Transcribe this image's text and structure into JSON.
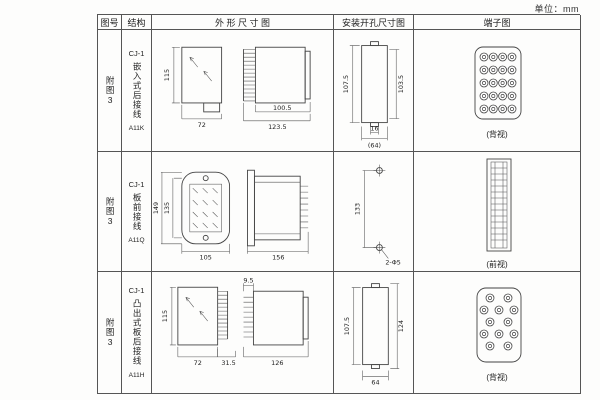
{
  "page": {
    "unit_label": "单位：mm"
  },
  "headers": {
    "fig_no": "图号",
    "structure": "结构",
    "outline": "外 形 尺 寸 图",
    "mounting": "安装开孔尺寸图",
    "terminal": "端子图"
  },
  "rows": [
    {
      "fig_no": "附图3",
      "model": "CJ-1",
      "mount_type": "嵌入式后接线",
      "code": "A11K",
      "outline": {
        "height": "115",
        "width": "72",
        "body": "100.5",
        "total": "123.5"
      },
      "mounting": {
        "left": "107.5",
        "right": "103.5",
        "small": "16",
        "wide": "(64)"
      },
      "terminal_label": "(背视)"
    },
    {
      "fig_no": "附图3",
      "model": "CJ-1",
      "mount_type": "板前接线",
      "code": "A11Q",
      "outline": {
        "outer": "149",
        "inner": "135",
        "width": "105",
        "side": "156"
      },
      "mounting": {
        "span": "133",
        "hole": "2-Φ5"
      },
      "terminal_label": "(前视)"
    },
    {
      "fig_no": "附图3",
      "model": "CJ-1",
      "mount_type": "凸出式板后接线",
      "code": "A11H",
      "outline": {
        "height": "115",
        "width": "72",
        "fin": "31.5",
        "stud": "9.5",
        "side": "126"
      },
      "mounting": {
        "left": "107.5",
        "right": "124",
        "bottom": "64"
      },
      "terminal_label": "(背视)"
    }
  ]
}
